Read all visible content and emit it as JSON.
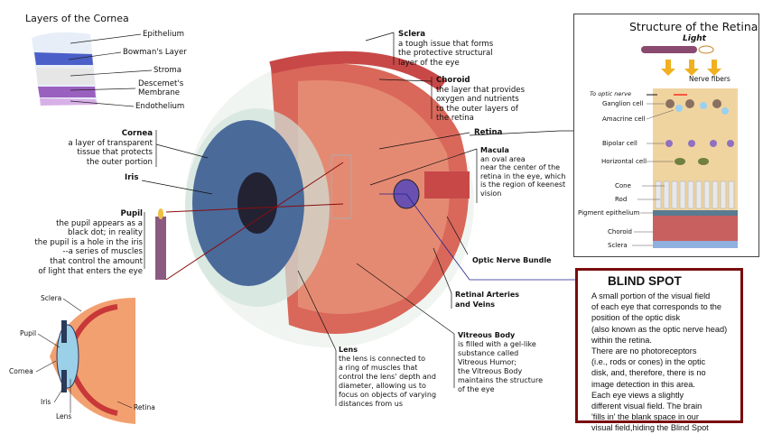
{
  "cornea_layers": {
    "title": "Layers of the Cornea",
    "labels": [
      "Epithelium",
      "Bowman's Layer",
      "Stroma",
      "Descemet's",
      "Membrane",
      "Endothelium"
    ]
  },
  "cornea": {
    "title": "Cornea",
    "lines": [
      "a layer of transparent",
      "tissue that protects",
      "the outer portion"
    ]
  },
  "iris": {
    "title": "Iris"
  },
  "pupil": {
    "title": "Pupil",
    "lines": [
      "the pupil appears as a",
      "black dot; in reality",
      "the pupil is a hole in the iris",
      "--a series of muscles",
      "that control the amount",
      "of light that enters the eye"
    ]
  },
  "sclera": {
    "title": "Sclera",
    "lines": [
      "a tough issue that forms",
      "the protective structural",
      "layer of the eye"
    ]
  },
  "choroid": {
    "title": "Choroid",
    "lines": [
      "the layer that provides",
      "oxygen and nutrients",
      "to the outer layers of",
      "the retina"
    ]
  },
  "retina": {
    "title": "Retina"
  },
  "macula": {
    "title": "Macula",
    "lines": [
      "an oval area",
      "near the center of the",
      "retina in the eye, which",
      "is the region of keenest",
      "vision"
    ]
  },
  "optic_nerve": {
    "title": "Optic Nerve Bundle"
  },
  "retinal_vessels": {
    "lines": [
      "Retinal Arteries",
      "and Veins"
    ]
  },
  "vitreous": {
    "title": "Vitreous Body",
    "lines": [
      "is filled with a gel-like",
      "substance called",
      "Vitreous Humor;",
      "the Vitreous Body",
      "maintains the structure",
      "of the eye"
    ]
  },
  "lens": {
    "title": "Lens",
    "lines": [
      "the lens is connected to",
      "a ring of muscles that",
      "control the lens' depth and",
      "diameter, allowing us to",
      "focus on objects of varying",
      "distances from us"
    ]
  },
  "retina_structure": {
    "title": "Structure of the Retina",
    "light": "Light",
    "nerve_fibers": "Nerve fibers",
    "to_optic_nerve": "To optic nerve",
    "labels": [
      "Ganglion cell",
      "Amacrine cell",
      "Bipolar cell",
      "Horizontal cell",
      "Cone",
      "Rod",
      "Pigment epithelium",
      "Choroid",
      "Sclera"
    ]
  },
  "blind_spot": {
    "title": "BLIND SPOT",
    "lines": [
      "A small portion of the visual field",
      "of each eye that corresponds to the",
      "position of the optic disk",
      "(also known as the optic nerve head)",
      "within the retina.",
      "There are no photoreceptors",
      "(i.e., rods or cones) in the optic",
      "disk, and, therefore, there is no",
      "image detection in this area.",
      "Each eye views a slightly",
      "different visual field. The brain",
      "'fills in' the blank space  in our",
      "visual field,hiding the Blind Spot"
    ]
  },
  "cross_section": {
    "labels": [
      "Sclera",
      "Pupil",
      "Cornea",
      "Iris",
      "Lens",
      "Retina"
    ]
  },
  "colors": {
    "border": "#7a0c0c",
    "tissue": "#d9685a",
    "iris": "#4a6a9a"
  }
}
